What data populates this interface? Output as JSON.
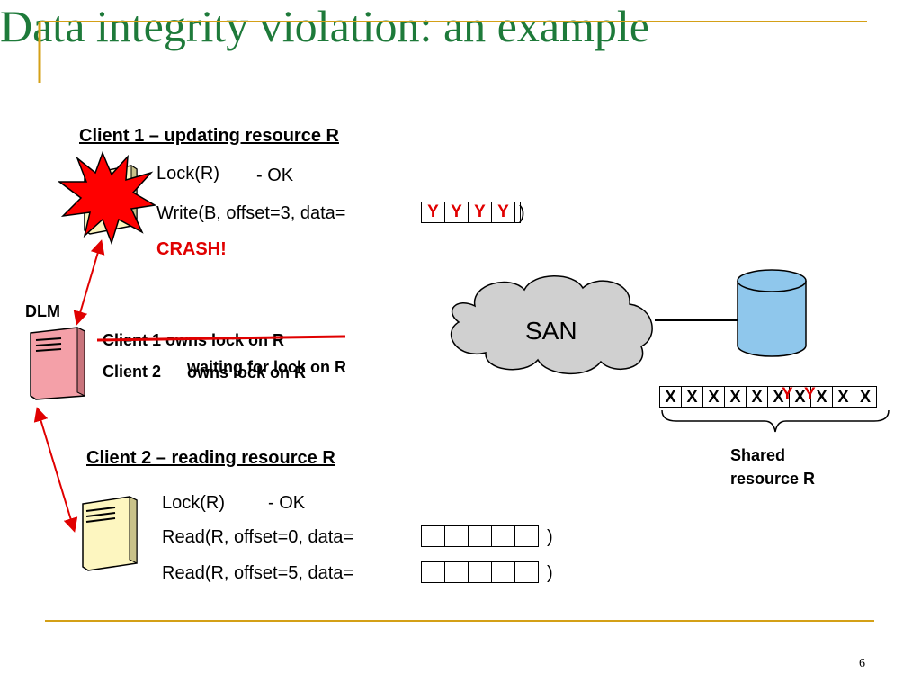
{
  "title": "Data integrity violation: an example",
  "client1": {
    "header": "Client 1 – updating resource R",
    "lock": "Lock(R)",
    "lock_result": "- OK",
    "write": "Write(B, offset=3, data=",
    "write_cells": [
      "Y",
      "Y",
      "Y",
      "Y"
    ],
    "write_close": ")",
    "crash": "CRASH!"
  },
  "dlm": {
    "label": "DLM",
    "line1": "Client 1  owns lock on R",
    "line2_prefix": "Client 2",
    "line2_overlap_a": "owns lock on R",
    "line2_overlap_b": "waiting for lock on R"
  },
  "client2": {
    "header": "Client 2 – reading resource R",
    "lock": "Lock(R)",
    "lock_result": "- OK",
    "read1": "Read(R, offset=0, data=",
    "read1_close": ")",
    "read2": "Read(R, offset=5, data=",
    "read2_close": ")"
  },
  "san": {
    "label": "SAN"
  },
  "shared": {
    "cells": [
      "X",
      "X",
      "X",
      "X",
      "X",
      "X",
      "X",
      "X",
      "X",
      "X"
    ],
    "overlay_cells": [
      "Y",
      "Y"
    ],
    "label_line1": "Shared",
    "label_line2": "resource R"
  },
  "page_number": "6",
  "colors": {
    "title": "#1e7a3a",
    "accent_line": "#d4a017",
    "crash": "#e00000",
    "server_dlm": "#f4a0a8",
    "server_client": "#fdf6c0",
    "disk": "#8fc7ec"
  }
}
